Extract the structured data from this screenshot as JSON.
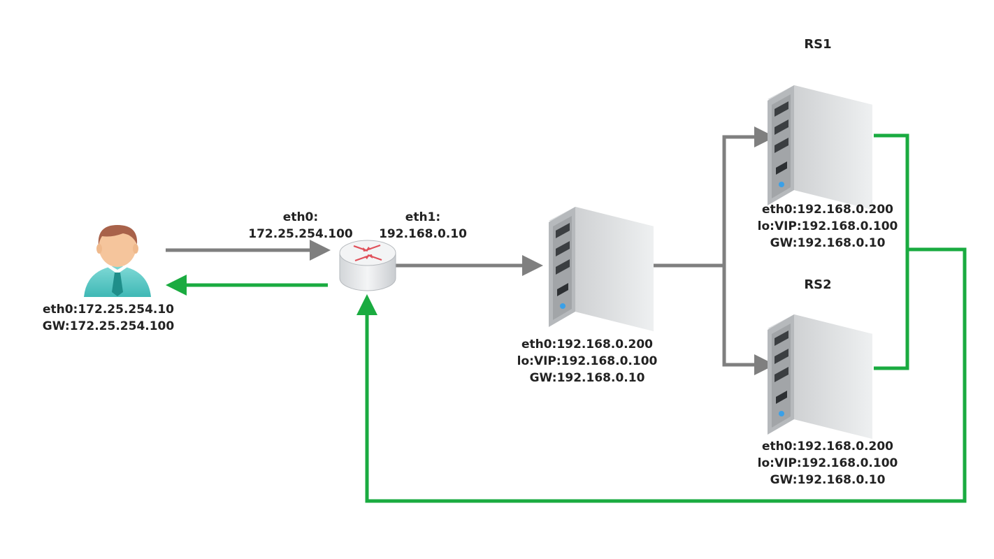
{
  "colors": {
    "request_arrow": "#7f7f7f",
    "response_arrow": "#1aab40",
    "text": "#222222"
  },
  "icons": {
    "client": "user-icon",
    "router": "router-icon",
    "director": "server-icon",
    "real_server": "server-icon"
  },
  "client": {
    "line1": "eth0:172.25.254.10",
    "line2": "GW:172.25.254.100"
  },
  "router": {
    "eth0_title": "eth0:",
    "eth0_ip": "172.25.254.100",
    "eth1_title": "eth1:",
    "eth1_ip": "192.168.0.10"
  },
  "director": {
    "line1": "eth0:192.168.0.200",
    "line2": "lo:VIP:192.168.0.100",
    "line3": "GW:192.168.0.10"
  },
  "rs1": {
    "name": "RS1",
    "line1": "eth0:192.168.0.200",
    "line2": "lo:VIP:192.168.0.100",
    "line3": "GW:192.168.0.10"
  },
  "rs2": {
    "name": "RS2",
    "line1": "eth0:192.168.0.200",
    "line2": "lo:VIP:192.168.0.100",
    "line3": "GW:192.168.0.10"
  }
}
